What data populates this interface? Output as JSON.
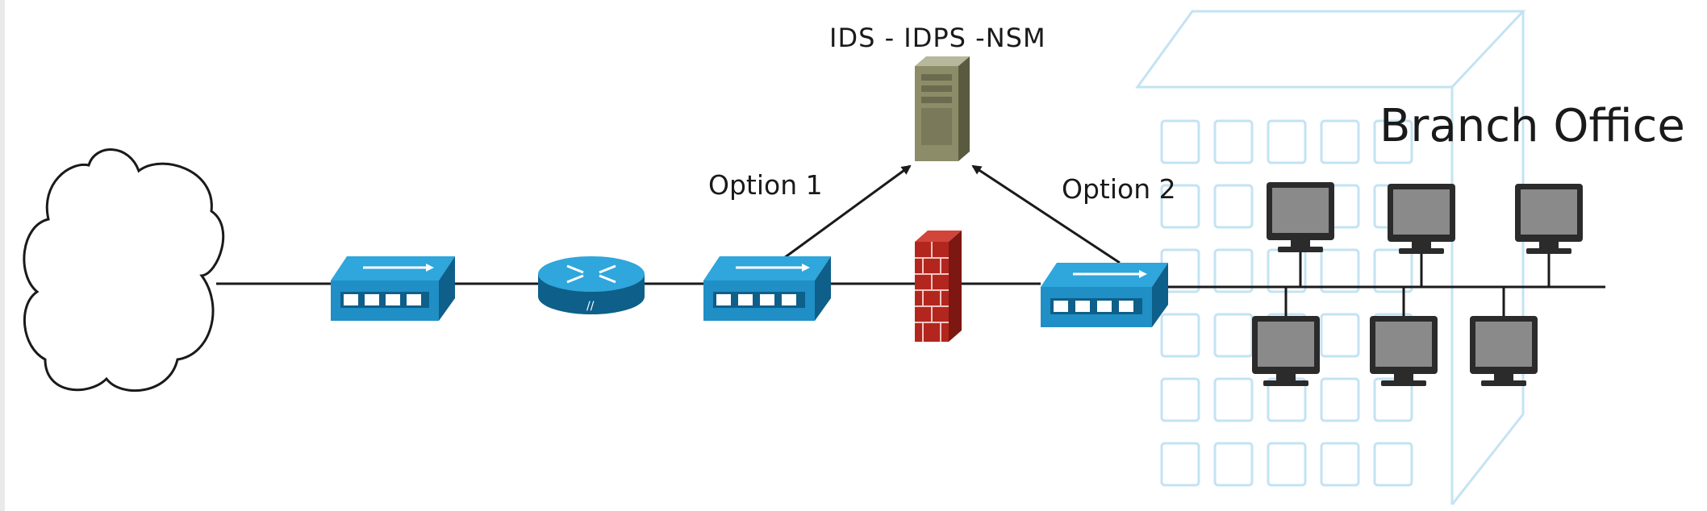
{
  "labels": {
    "ids": "IDS - IDPS -NSM",
    "option1": "Option 1",
    "option2": "Option 2",
    "branch_office": "Branch Office"
  },
  "colors": {
    "device_blue": "#1f8fc6",
    "device_blue_dark": "#0e5f8a",
    "firewall_red": "#b3261e",
    "server_olive": "#8c8c68",
    "building_outline": "#c3e3f3",
    "line": "#1a1a1a"
  },
  "nodes": [
    {
      "id": "internet-cloud",
      "kind": "cloud"
    },
    {
      "id": "switch-1",
      "kind": "switch"
    },
    {
      "id": "router",
      "kind": "router"
    },
    {
      "id": "switch-2",
      "kind": "switch"
    },
    {
      "id": "firewall",
      "kind": "firewall"
    },
    {
      "id": "switch-3",
      "kind": "switch"
    },
    {
      "id": "ids-server",
      "kind": "server"
    },
    {
      "id": "branch-building",
      "kind": "building"
    },
    {
      "id": "pc-top-1",
      "kind": "monitor"
    },
    {
      "id": "pc-top-2",
      "kind": "monitor"
    },
    {
      "id": "pc-top-3",
      "kind": "monitor"
    },
    {
      "id": "pc-bottom-1",
      "kind": "monitor"
    },
    {
      "id": "pc-bottom-2",
      "kind": "monitor"
    },
    {
      "id": "pc-bottom-3",
      "kind": "monitor"
    }
  ],
  "edges": [
    {
      "from": "internet-cloud",
      "to": "switch-1"
    },
    {
      "from": "switch-1",
      "to": "router"
    },
    {
      "from": "router",
      "to": "switch-2"
    },
    {
      "from": "switch-2",
      "to": "firewall"
    },
    {
      "from": "firewall",
      "to": "switch-3"
    },
    {
      "from": "switch-3",
      "to": "branch-lan"
    },
    {
      "from": "switch-2",
      "to": "ids-server",
      "label_key": "option1"
    },
    {
      "from": "switch-3",
      "to": "ids-server",
      "label_key": "option2"
    }
  ]
}
